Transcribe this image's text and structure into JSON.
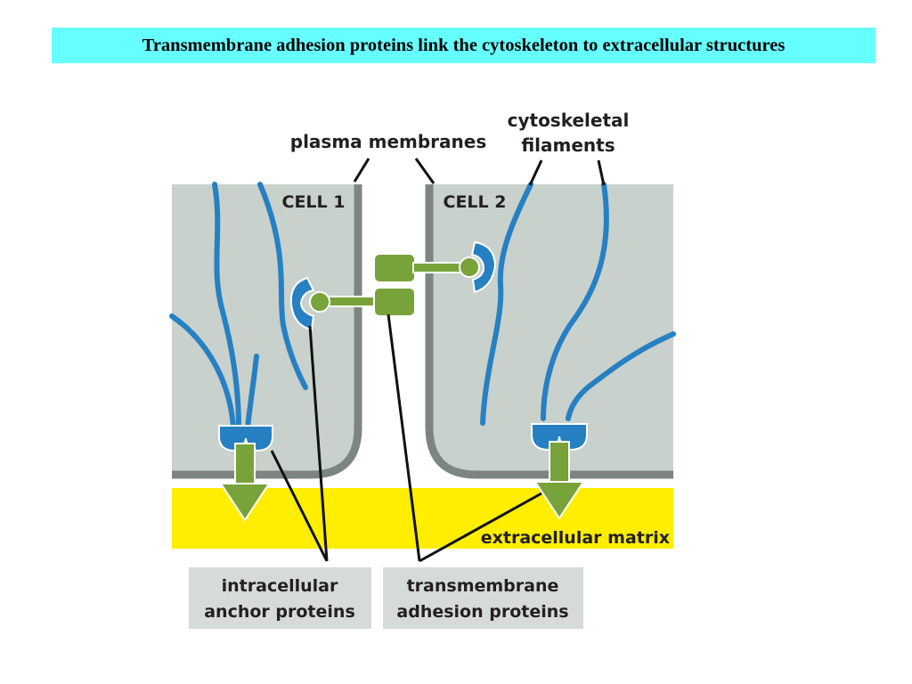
{
  "title": "Transmembrane adhesion proteins link the cytoskeleton to extracellular structures",
  "labels": {
    "plasma_membranes": "plasma membranes",
    "cytoskeletal_line1": "cytoskeletal",
    "cytoskeletal_line2": "filaments",
    "cell1": "CELL 1",
    "cell2": "CELL 2",
    "extracellular_matrix": "extracellular matrix",
    "anchor_line1": "intracellular",
    "anchor_line2": "anchor proteins",
    "adhesion_line1": "transmembrane",
    "adhesion_line2": "adhesion proteins"
  },
  "colors": {
    "title_bg": "#66ffff",
    "cytoplasm": "#c8d1cc",
    "membrane": "#7d8582",
    "filament": "#2680c2",
    "adhesion_protein": "#77a33a",
    "matrix": "#ffee00",
    "label_box": "#d6dbd8"
  }
}
